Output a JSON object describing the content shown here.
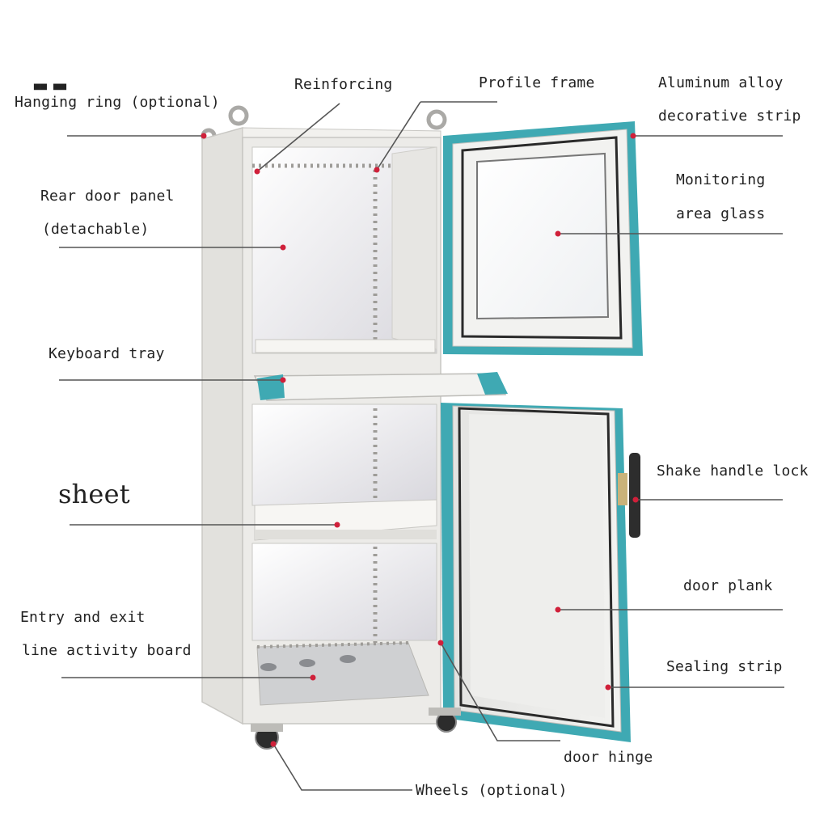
{
  "glyphs": "▄▄ ▄▄",
  "labels": {
    "hanging_ring": "Hanging ring (optional)",
    "reinforcing": "Reinforcing",
    "profile_frame": "Profile frame",
    "aluminum_line1": "Aluminum alloy",
    "aluminum_line2": "decorative strip",
    "rear_door_line1": "Rear door panel",
    "rear_door_line2": "(detachable)",
    "monitoring_line1": "Monitoring",
    "monitoring_line2": "area glass",
    "keyboard_tray": "Keyboard tray",
    "shake_handle_lock": "Shake handle lock",
    "sheet": "sheet",
    "door_plank": "door plank",
    "entry_line1": "Entry and exit",
    "entry_line2": "line activity board",
    "sealing_strip": "Sealing strip",
    "door_hinge": "door hinge",
    "wheels": "Wheels (optional)"
  },
  "colors": {
    "accent": "#3fa9b3",
    "leader": "#555555",
    "marker": "#d0203a",
    "cabinet": "#ecebe8"
  }
}
